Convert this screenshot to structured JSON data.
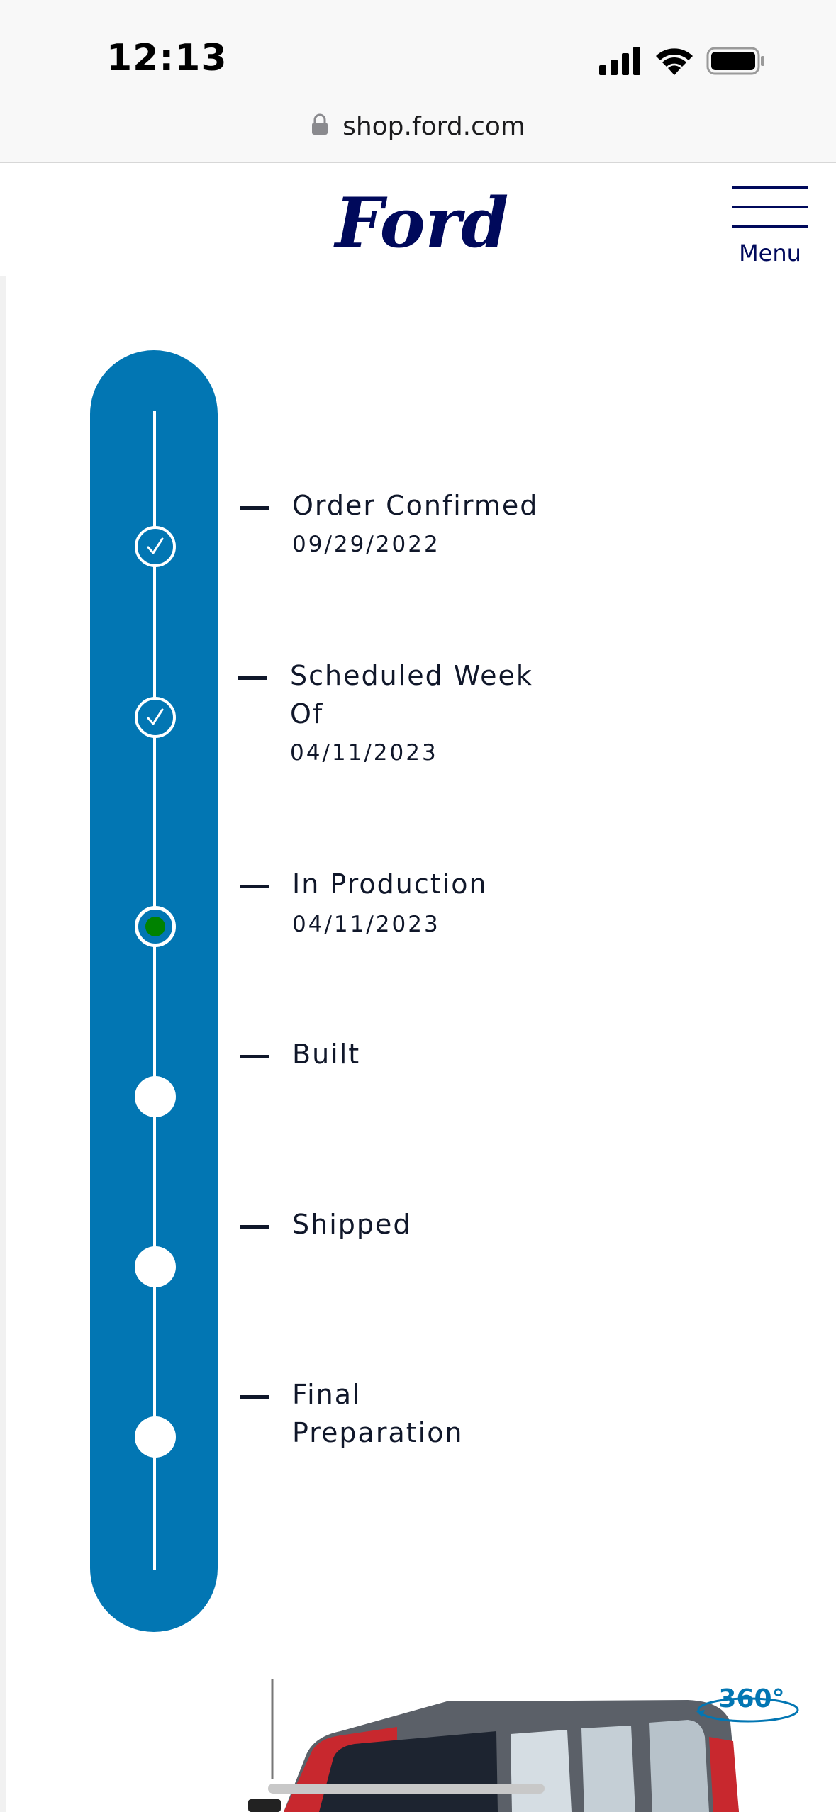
{
  "status_bar": {
    "time": "12:13"
  },
  "browser": {
    "url": "shop.ford.com"
  },
  "header": {
    "brand": "Ford",
    "menu_label": "Menu"
  },
  "timeline": {
    "steps": [
      {
        "title": "Order Confirmed",
        "date": "09/29/2022",
        "status": "complete"
      },
      {
        "title": "Scheduled Week Of",
        "date": "04/11/2023",
        "status": "complete"
      },
      {
        "title": "In Production",
        "date": "04/11/2023",
        "status": "current"
      },
      {
        "title": "Built",
        "date": "",
        "status": "pending"
      },
      {
        "title": "Shipped",
        "date": "",
        "status": "pending"
      },
      {
        "title": "Final Preparation",
        "date": "",
        "status": "pending"
      }
    ]
  },
  "vehicle_viewer": {
    "badge": "360°"
  },
  "colors": {
    "ford_blue": "#00095b",
    "timeline_blue": "#0276b3",
    "current_green": "#008200",
    "text_dark": "#10172a"
  },
  "icons": {
    "complete": "checkmark-icon",
    "current": "in-progress-dot-icon",
    "pending": "pending-dot-icon"
  }
}
